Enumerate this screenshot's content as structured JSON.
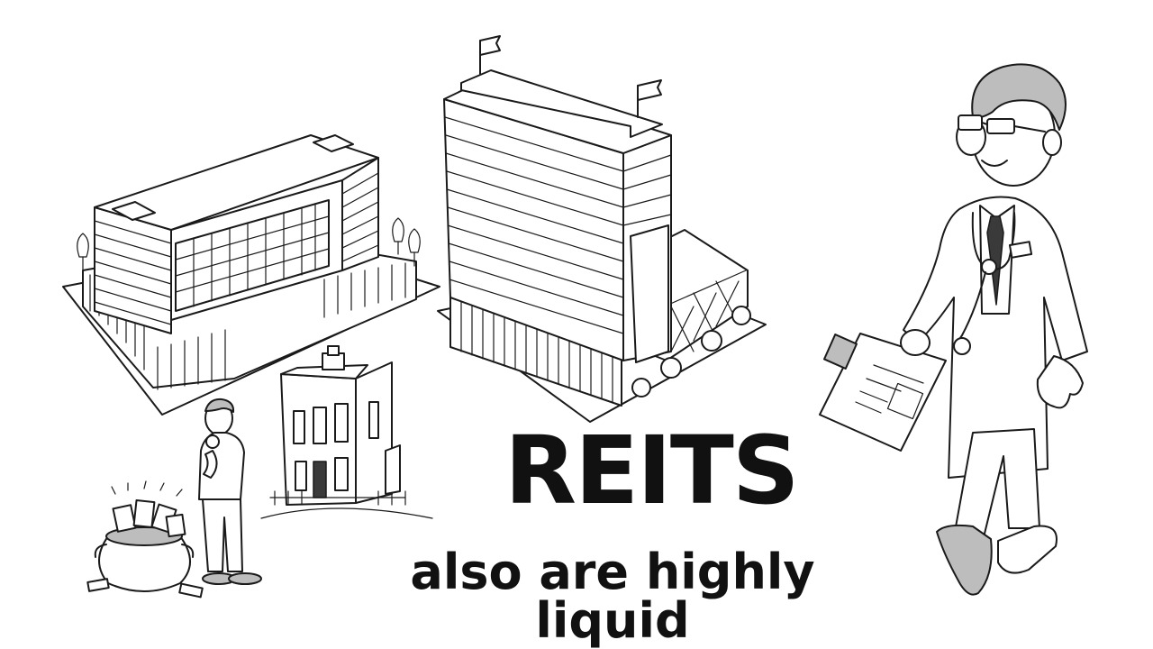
{
  "headline": "REITS",
  "subline": "also are highly liquid",
  "illustrations": [
    "office-building",
    "skyscraper",
    "doctor",
    "thinking-man",
    "pot-of-money",
    "townhouse"
  ],
  "colors": {
    "background": "#ffffff",
    "ink": "#111111"
  }
}
